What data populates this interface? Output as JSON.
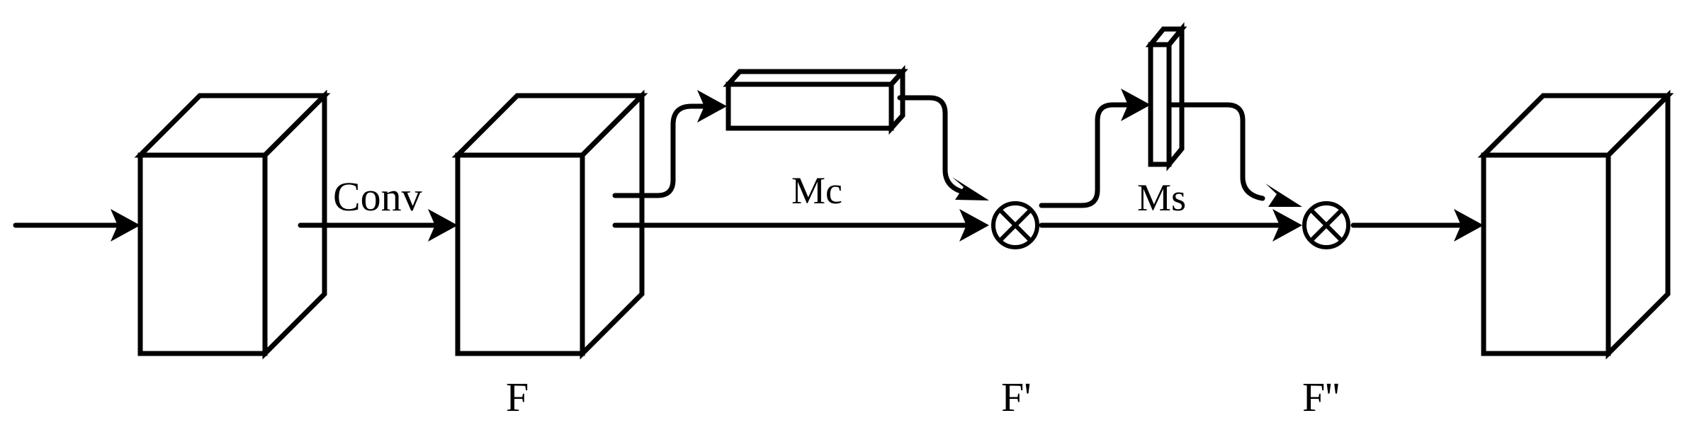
{
  "diagram": {
    "labels": {
      "conv": "Conv",
      "f": "F",
      "f_prime": "F'",
      "f_double_prime": "F''",
      "mc": "Mc",
      "ms": "Ms"
    },
    "operators": {
      "mult1": "⊗",
      "mult2": "⊗"
    },
    "colors": {
      "input_front": "#dce0f3",
      "input_top": "#e9ecf8",
      "input_side": "#b3c1e4",
      "f_front": "#e2eef8",
      "f_top": "#ebf3fa",
      "f_side": "#b4d3ec",
      "out_front": "#fdf1d1",
      "out_top": "#fdf6e1",
      "out_side": "#fde496",
      "attention": "#f6c7a8",
      "stroke": "#000000"
    }
  }
}
